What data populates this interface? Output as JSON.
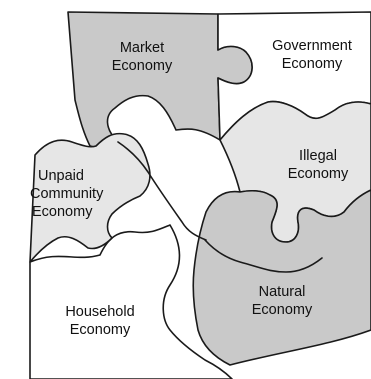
{
  "colors": {
    "dark_gray": "#c9c9c9",
    "light_gray": "#e6e6e6",
    "white": "#ffffff",
    "outline": "#1a1a1a"
  },
  "pieces": [
    {
      "id": "market",
      "fill": "dark_gray",
      "label": [
        "Market",
        "Economy"
      ]
    },
    {
      "id": "government",
      "fill": "white",
      "label": [
        "Government",
        "Economy"
      ]
    },
    {
      "id": "illegal",
      "fill": "light_gray",
      "label": [
        "Illegal",
        "Economy"
      ]
    },
    {
      "id": "unpaid-community",
      "fill": "light_gray",
      "label": [
        "Unpaid",
        "Community",
        "Economy"
      ]
    },
    {
      "id": "natural",
      "fill": "dark_gray",
      "label": [
        "Natural",
        "Economy"
      ]
    },
    {
      "id": "household",
      "fill": "white",
      "label": [
        "Household",
        "Economy"
      ]
    }
  ]
}
